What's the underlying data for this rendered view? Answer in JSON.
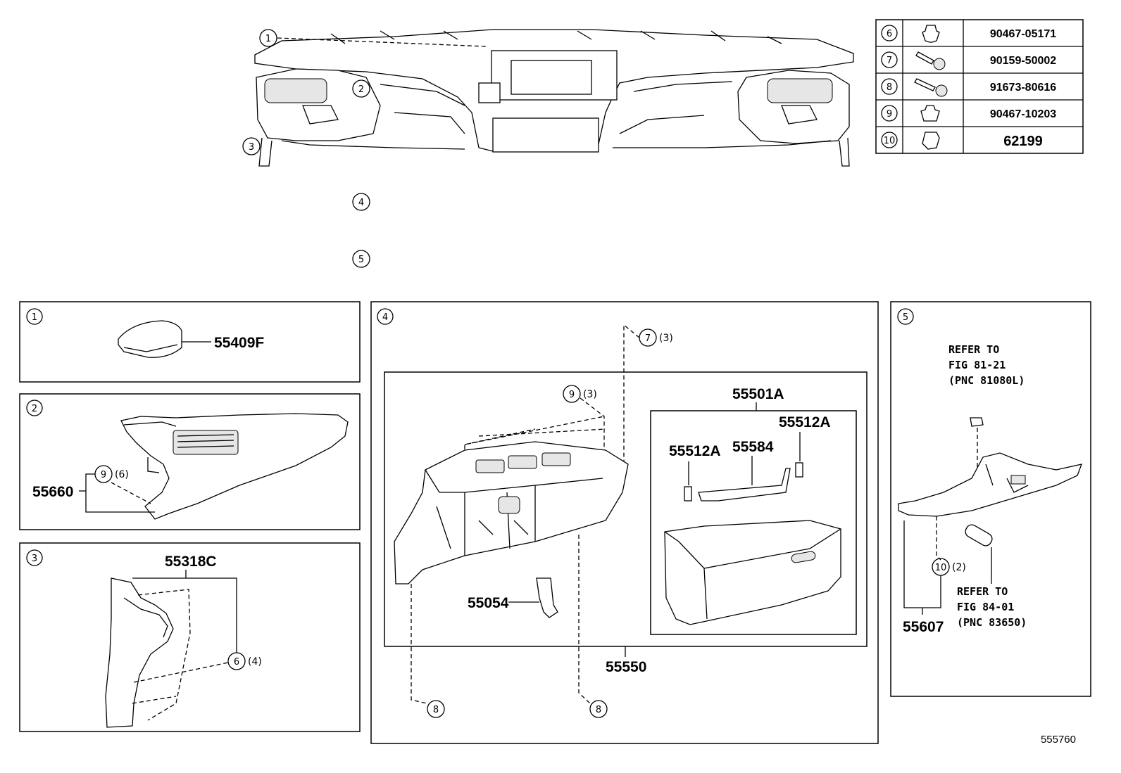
{
  "callouts": [
    "1",
    "2",
    "3",
    "4",
    "5",
    "6",
    "7",
    "8",
    "9",
    "10"
  ],
  "legend_table": [
    {
      "num": "6",
      "icon": "clip-icon",
      "part": "90467-05171"
    },
    {
      "num": "7",
      "icon": "screw-icon",
      "part": "90159-50002"
    },
    {
      "num": "8",
      "icon": "screw-icon",
      "part": "91673-80616"
    },
    {
      "num": "9",
      "icon": "clip-icon",
      "part": "90467-10203"
    },
    {
      "num": "10",
      "icon": "clip-icon",
      "part": "62199"
    }
  ],
  "panel1": {
    "part": "55409F"
  },
  "panel2": {
    "part": "55660",
    "fastener_qty": "(6)"
  },
  "panel3": {
    "part": "55318C",
    "fastener_qty": "(4)"
  },
  "panel4": {
    "screw_qty": "(3)",
    "clip_qty": "(3)",
    "assembly": "55501A",
    "parts": [
      "55512A",
      "55584",
      "55512A",
      "55054",
      "55550"
    ]
  },
  "panel5": {
    "refer_top": [
      "REFER TO",
      "FIG 81-21",
      "(PNC 81080L)"
    ],
    "clip_qty": "(2)",
    "refer_bottom": [
      "REFER TO",
      "FIG 84-01",
      "(PNC 83650)"
    ],
    "part": "55607"
  },
  "illustration_id": "555760"
}
